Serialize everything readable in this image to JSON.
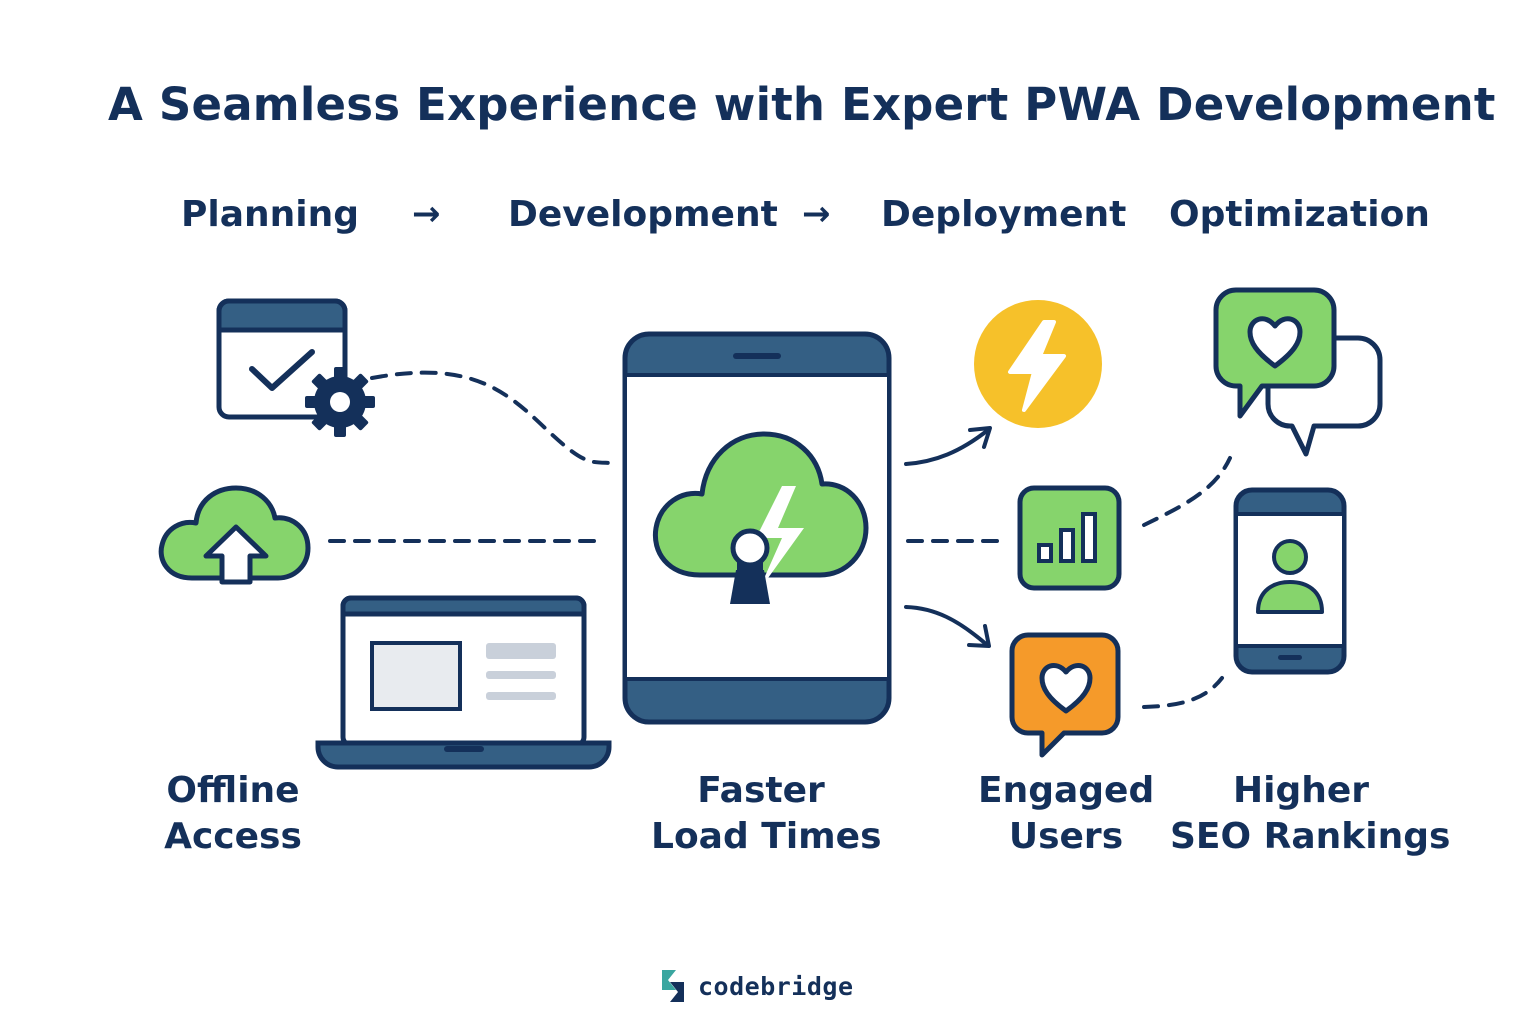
{
  "title": "A Seamless Experience with Expert PWA Development",
  "stages": [
    {
      "label": "Planning"
    },
    {
      "label": "Development"
    },
    {
      "label": "Deployment"
    },
    {
      "label": "Optimization"
    }
  ],
  "stage_arrow": "→",
  "benefits": {
    "offline": {
      "line1": "Offline",
      "line2": "Access"
    },
    "faster": {
      "line1": "Faster",
      "line2": "Load Times"
    },
    "engaged": {
      "line1": "Engaged",
      "line2": "Users"
    },
    "seo": {
      "line1": "Higher",
      "line2": "SEO Rankings"
    }
  },
  "brand": {
    "name": "codebridge"
  },
  "colors": {
    "navy": "#14305a",
    "steel": "#345f84",
    "green": "#86d46c",
    "yellow": "#f6c12a",
    "orange": "#f59a2a",
    "screen_gray": "#e8ebef"
  },
  "icons": [
    "calendar-check-icon",
    "gear-icon",
    "cloud-upload-icon",
    "laptop-icon",
    "tablet-icon",
    "cloud-lightning-icon",
    "lightning-badge-icon",
    "bar-chart-icon",
    "heart-chat-bubble-icon",
    "chat-bubbles-heart-icon",
    "smartphone-user-icon",
    "codebridge-logo-icon"
  ]
}
